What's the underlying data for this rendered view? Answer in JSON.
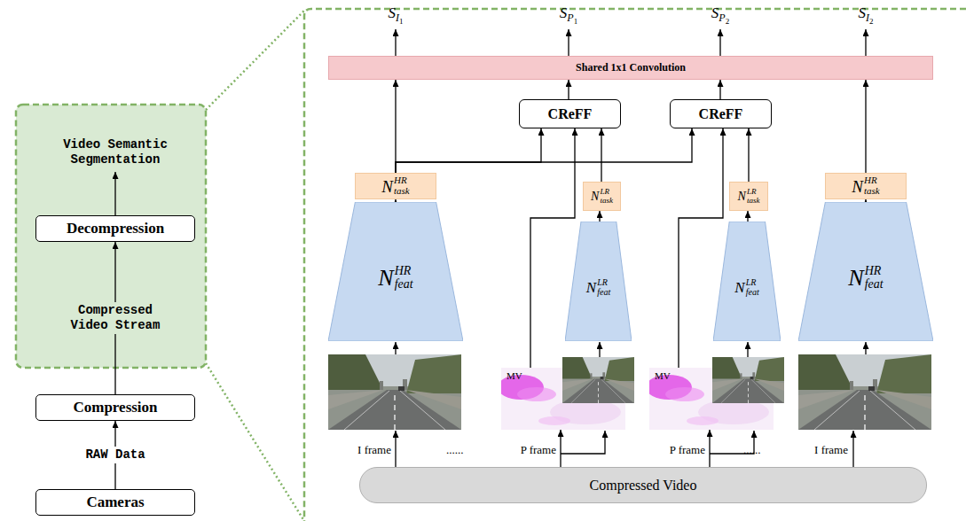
{
  "diagram": {
    "nodes": [
      {
        "text": [
          "Decompression"
        ]
      },
      {
        "text": [
          "Compression"
        ]
      },
      {
        "text": [
          "Cameras"
        ]
      },
      {
        "text": [
          "Shared 1x1 Convolution"
        ]
      },
      {
        "text": [
          "CReFF"
        ]
      },
      {
        "text": [
          "CReFF"
        ]
      },
      {
        "text": [
          "N",
          "task",
          "HR"
        ]
      },
      {
        "text": [
          "N",
          "task",
          "LR"
        ]
      },
      {
        "text": [
          "N",
          "task",
          "LR"
        ]
      },
      {
        "text": [
          "N",
          "task",
          "HR"
        ]
      },
      {
        "text": [
          "N",
          "feat",
          "HR"
        ]
      },
      {
        "text": [
          "N",
          "feat",
          "LR"
        ]
      },
      {
        "text": [
          "N",
          "feat",
          "LR"
        ]
      },
      {
        "text": [
          "N",
          "feat",
          "HR"
        ]
      },
      {
        "text": [
          "MV"
        ]
      },
      {
        "text": [
          "MV"
        ]
      },
      {
        "text": [
          "Compressed Video"
        ]
      }
    ],
    "edges": [
      {
        "from": 2,
        "to": 1,
        "arrow": "to",
        "label": "RAW Data"
      },
      {
        "from": 1,
        "to": 0,
        "arrow": "to",
        "label": "Compressed Video Stream"
      },
      {
        "from": 10,
        "to": 6,
        "arrow": "to"
      },
      {
        "from": 6,
        "to": 3,
        "arrow": "to"
      },
      {
        "from": 6,
        "to": 4,
        "arrow": "to"
      },
      {
        "from": 6,
        "to": 5,
        "arrow": "to"
      },
      {
        "from": 11,
        "to": 7,
        "arrow": "to"
      },
      {
        "from": 7,
        "to": 4,
        "arrow": "to"
      },
      {
        "from": 14,
        "to": 4,
        "arrow": "to"
      },
      {
        "from": 4,
        "to": 3,
        "arrow": "to"
      },
      {
        "from": 12,
        "to": 8,
        "arrow": "to"
      },
      {
        "from": 8,
        "to": 5,
        "arrow": "to"
      },
      {
        "from": 15,
        "to": 5,
        "arrow": "to"
      },
      {
        "from": 5,
        "to": 3,
        "arrow": "to"
      },
      {
        "from": 13,
        "to": 9,
        "arrow": "to"
      },
      {
        "from": 9,
        "to": 3,
        "arrow": "to"
      },
      {
        "from": 16,
        "to": 14,
        "arrow": "to"
      },
      {
        "from": 16,
        "to": 15,
        "arrow": "to"
      }
    ],
    "labels": [
      "Video Semantic Segmentation",
      "S",
      "I",
      "1",
      "S",
      "P",
      "1",
      "S",
      "P",
      "2",
      "S",
      "I",
      "2",
      "I frame",
      "......",
      "P frame",
      "P frame",
      "......",
      "I frame"
    ]
  }
}
